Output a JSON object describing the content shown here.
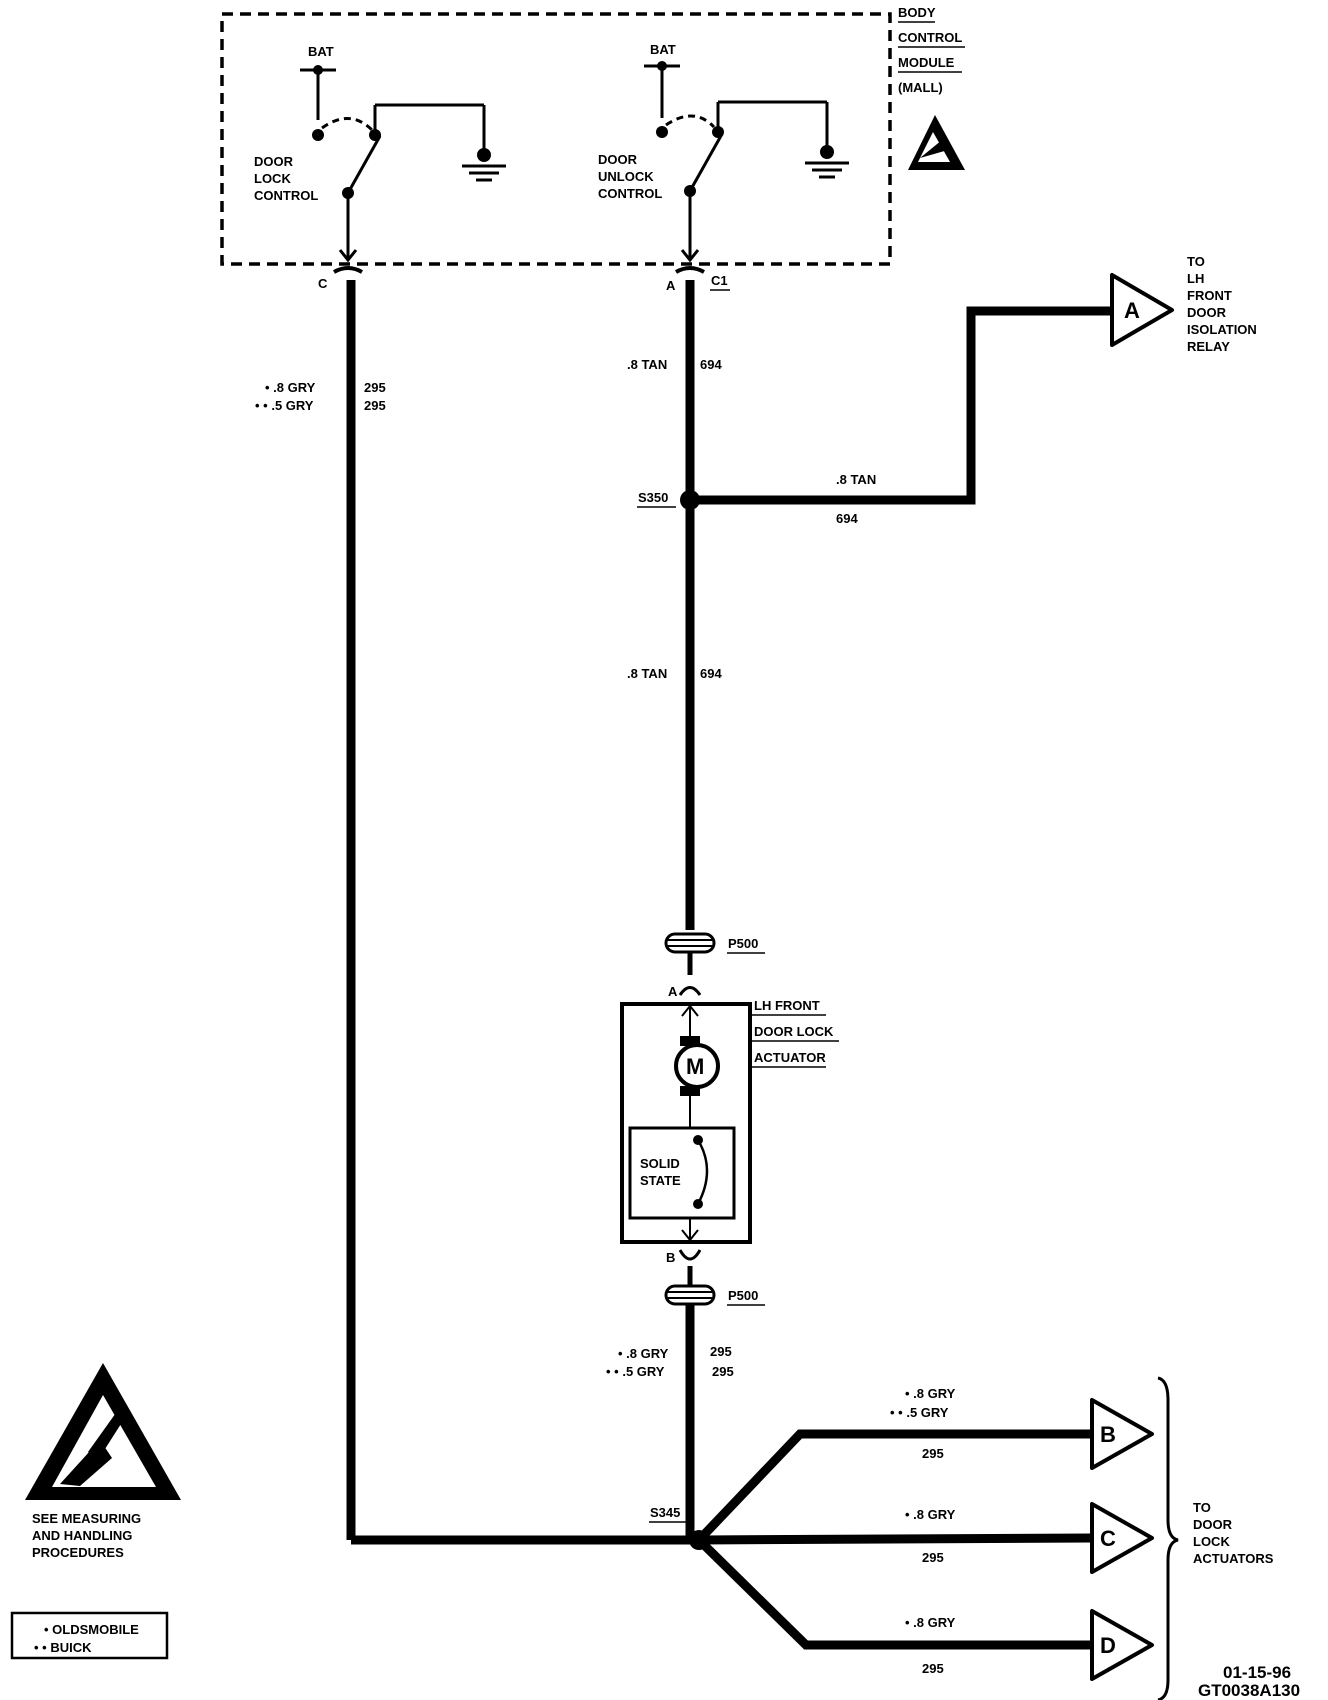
{
  "bcm": {
    "title_lines": [
      "BODY",
      "CONTROL",
      "MODULE",
      "(MALL)"
    ],
    "bat_left": "BAT",
    "bat_right": "BAT",
    "lock_control_lines": [
      "DOOR",
      "LOCK",
      "CONTROL"
    ],
    "unlock_control_lines": [
      "DOOR",
      "UNLOCK",
      "CONTROL"
    ],
    "pin_c": "C",
    "pin_a": "A",
    "connector": "C1"
  },
  "wires": {
    "left_gauge_1": "• .8 GRY",
    "left_gauge_2": "• • .5 GRY",
    "left_circuit_1": "295",
    "left_circuit_2": "295",
    "tan_gauge_top": ".8 TAN",
    "tan_circuit_top": "694",
    "tan_gauge_mid": ".8 TAN",
    "tan_circuit_mid": "694",
    "branch_gauge": ".8 TAN",
    "branch_circuit": "694",
    "lower_gauge_1": "• .8 GRY",
    "lower_gauge_2": "• • .5 GRY",
    "lower_circuit_1": "295",
    "lower_circuit_2": "295",
    "b_gauge_1": "• .8 GRY",
    "b_gauge_2": "• • .5 GRY",
    "b_circuit": "295",
    "c_gauge": "• .8 GRY",
    "c_circuit": "295",
    "d_gauge": "• .8 GRY",
    "d_circuit": "295"
  },
  "splices": {
    "s350": "S350",
    "s345": "S345"
  },
  "connectors": {
    "p500_top": "P500",
    "p500_bottom": "P500",
    "pin_a": "A",
    "pin_b": "B"
  },
  "actuator": {
    "title_lines": [
      "LH FRONT",
      "DOOR LOCK",
      "ACTUATOR"
    ],
    "motor": "M",
    "solid_state_lines": [
      "SOLID",
      "STATE"
    ]
  },
  "offpage": {
    "a_letter": "A",
    "a_label_lines": [
      "TO",
      "LH",
      "FRONT",
      "DOOR",
      "ISOLATION",
      "RELAY"
    ],
    "b_letter": "B",
    "c_letter": "C",
    "d_letter": "D",
    "bcd_label_lines": [
      "TO",
      "DOOR",
      "LOCK",
      "ACTUATORS"
    ]
  },
  "esd_note_lines": [
    "SEE MEASURING",
    "AND HANDLING",
    "PROCEDURES"
  ],
  "legend": {
    "line1": "• OLDSMOBILE",
    "line2": "• • BUICK"
  },
  "stamp": {
    "date": "01-15-96",
    "code": "GT0038A130"
  }
}
